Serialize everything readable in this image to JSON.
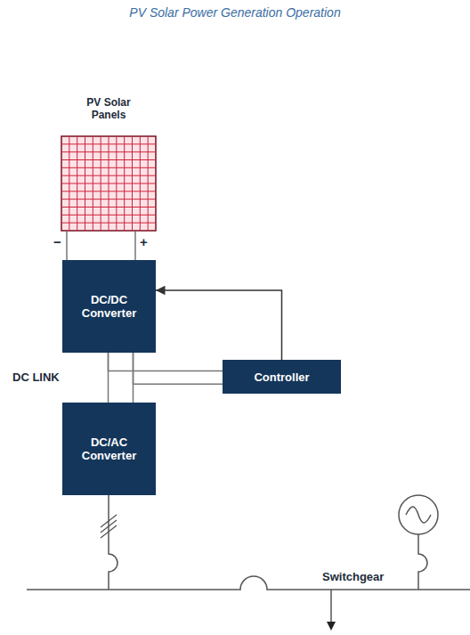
{
  "diagram": {
    "title": "PV Solar Power Generation Operation",
    "nodes": [
      {
        "text": [
          "PV Solar Panels"
        ]
      },
      {
        "text": [
          "DC/DC Converter"
        ]
      },
      {
        "text": [
          "DC/AC Converter"
        ]
      },
      {
        "text": [
          "Controller"
        ]
      }
    ],
    "edges": [
      {
        "from": 0,
        "to": 1,
        "arrow": "none"
      },
      {
        "from": 1,
        "to": 2,
        "arrow": "none"
      },
      {
        "from": 1,
        "to": 3,
        "arrow": "none"
      },
      {
        "from": 3,
        "to": 1,
        "arrow": "to"
      }
    ],
    "labels": [
      "−",
      "+",
      "DC LINK",
      "Switchgear"
    ]
  }
}
